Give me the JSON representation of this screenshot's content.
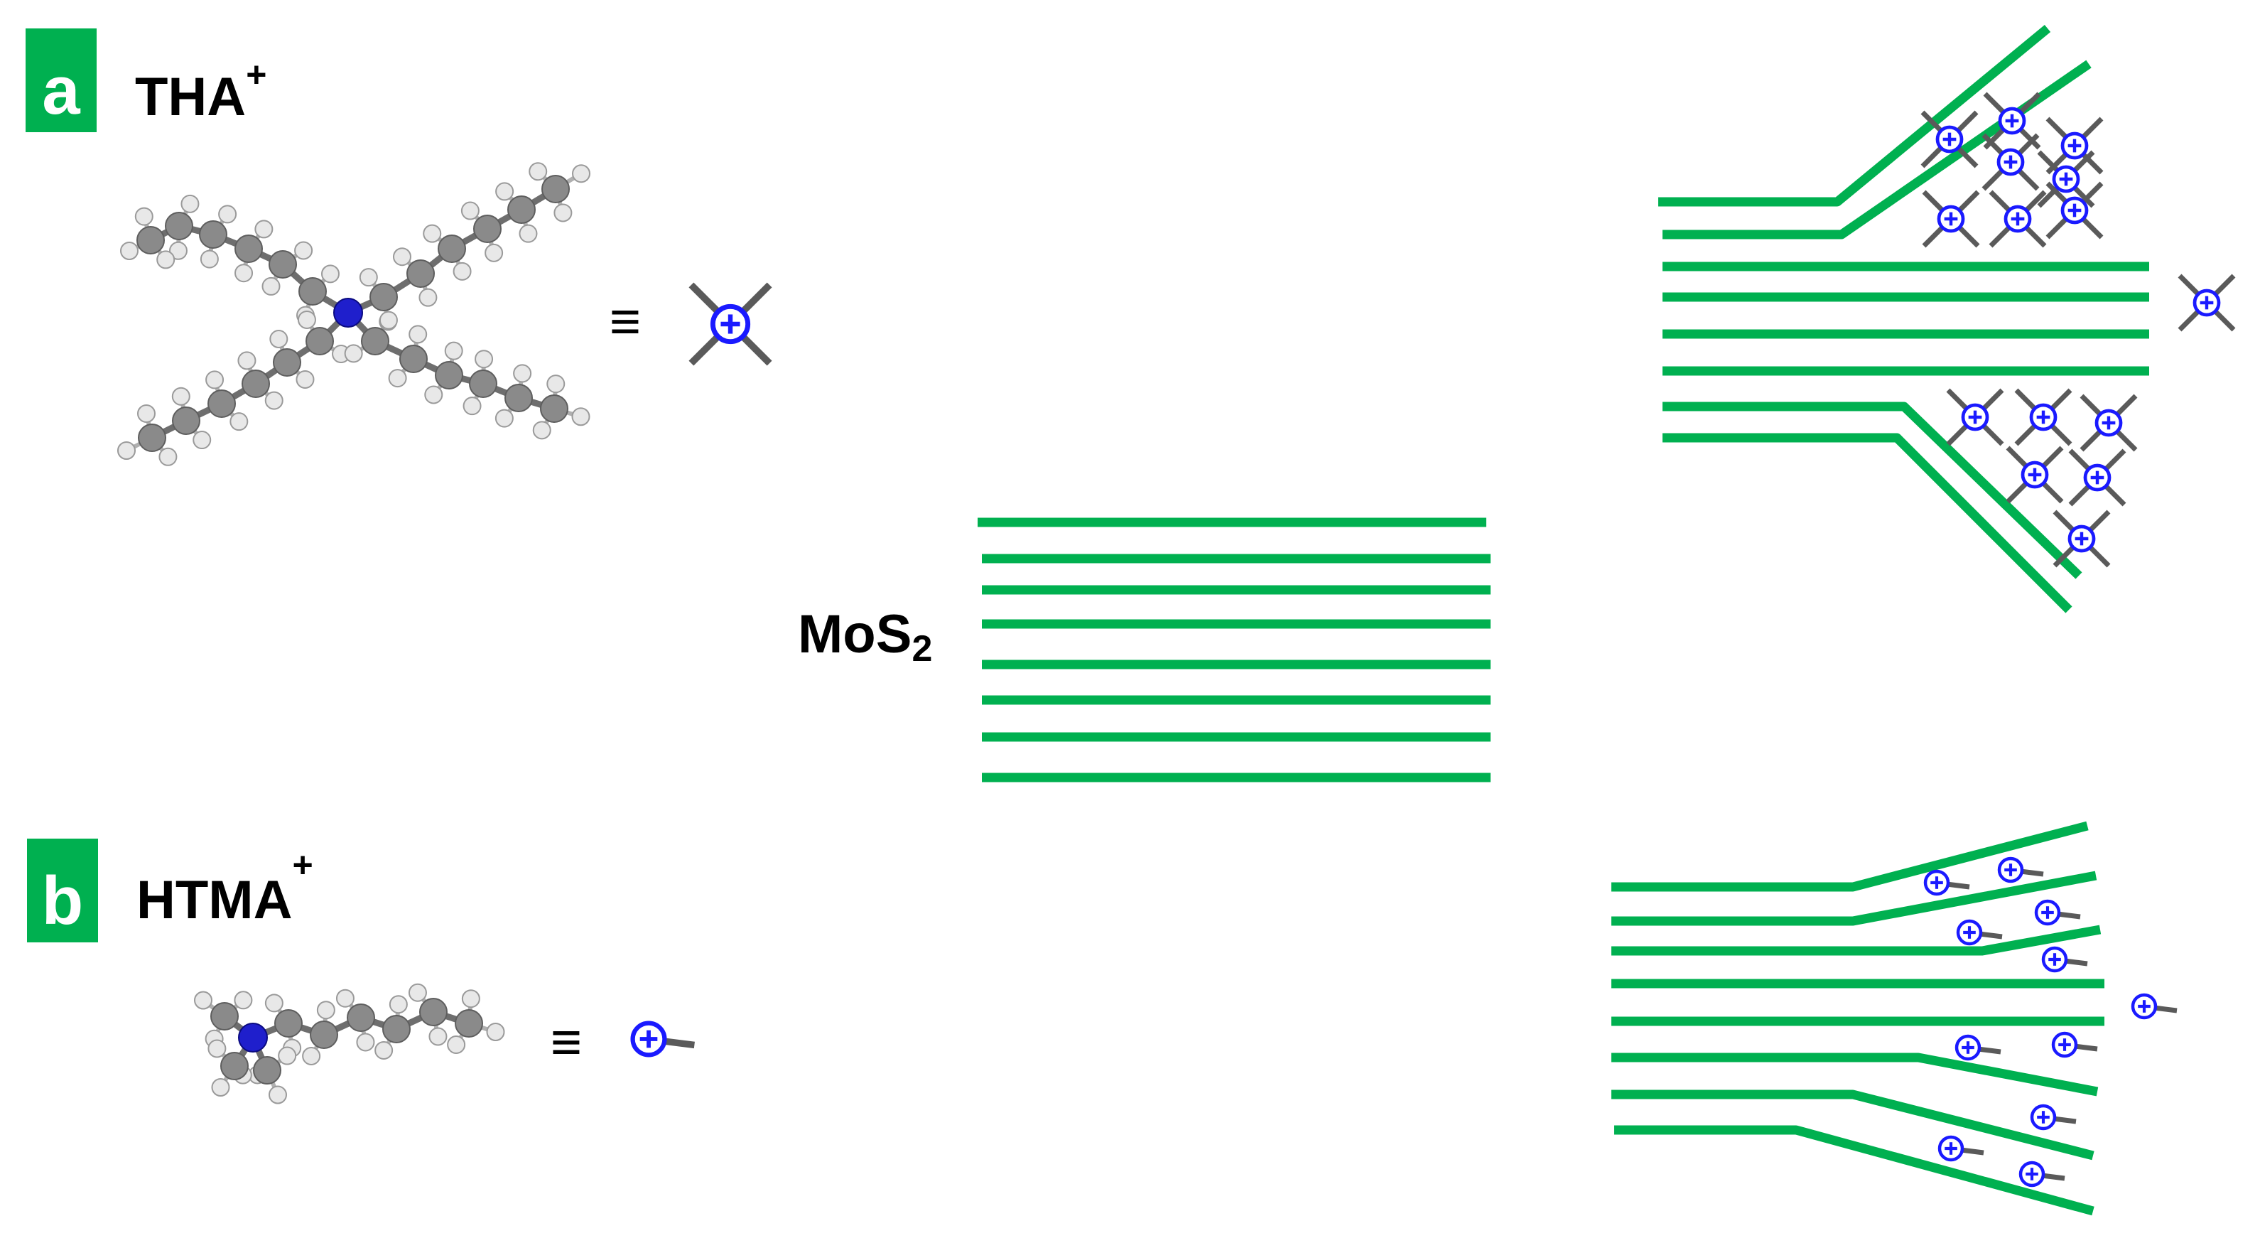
{
  "panels": {
    "a": {
      "letter": "a",
      "ion": "THA",
      "charge": "+"
    },
    "b": {
      "letter": "b",
      "ion": "HTMA",
      "charge": "+"
    }
  },
  "equiv_symbol": "≡",
  "center": {
    "label_main": "MoS",
    "label_sub": "2"
  },
  "icons": {
    "cation": "cation-plus-icon"
  },
  "colors": {
    "layer": "#00b050",
    "badge": "#00b050",
    "badge_text": "#ffffff",
    "cation": "#1a1aff",
    "chain": "#5a5a5a",
    "carbon": "#8a8a8a",
    "hydrogen": "#e8e8e8",
    "nitrogen": "#1f1fcc"
  }
}
